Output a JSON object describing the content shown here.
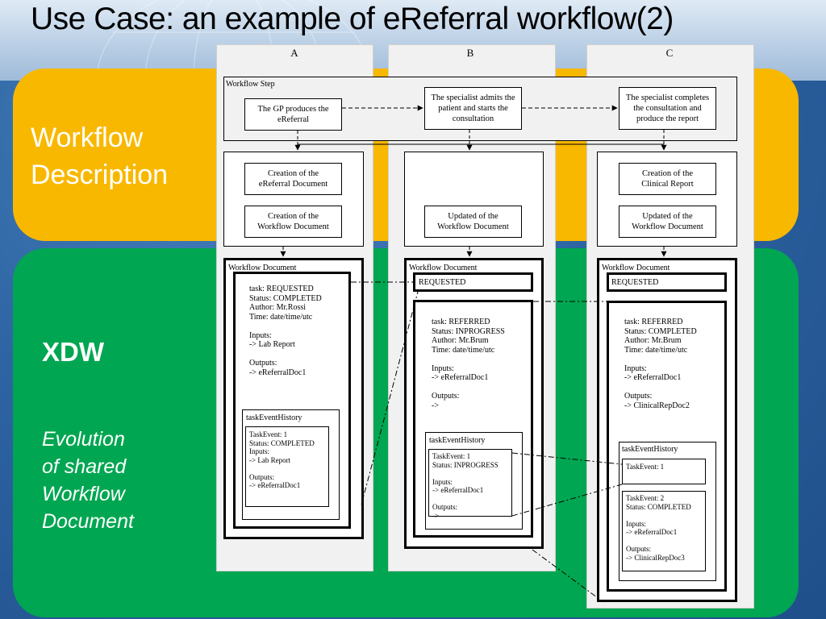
{
  "slide": {
    "title": "Use Case: an example of eReferral workflow(2)",
    "workflow_description_line1": "Workflow",
    "workflow_description_line2": "Description",
    "xdw_label": "XDW",
    "evolution_lines": [
      "Evolution",
      "of shared",
      "Workflow",
      "Document"
    ],
    "colors": {
      "yellow_band": "#f9b800",
      "green_band": "#00a651",
      "background": "#2d64a3"
    }
  },
  "diagram": {
    "columns": [
      "A",
      "B",
      "C"
    ],
    "workflow_step_label": "Workflow Step",
    "steps": [
      "The GP produces the\neReferral",
      "The specialist admits the\npatient and starts the\nconsultation",
      "The specialist completes\nthe consultation and\nproduce the report"
    ],
    "col_a_docs": [
      "Creation of the\neReferral Document",
      "Creation of the\nWorkflow Document"
    ],
    "col_b_docs": [
      "Updated of the\nWorkflow Document"
    ],
    "col_c_docs": [
      "Creation of the\nClinical Report",
      "Updated of the\nWorkflow Document"
    ],
    "workflow_document_label": "Workflow Document",
    "task_event_history_label": "taskEventHistory",
    "col_a_task": "task: REQUESTED\nStatus: COMPLETED\nAuthor: Mr.Rossi\nTime: date/time/utc\n\nInputs:\n-> Lab Report\n\nOutputs:\n-> eReferralDoc1",
    "col_a_event": "TaskEvent: 1\nStatus: COMPLETED\nInputs:\n-> Lab Report\n\nOutputs:\n-> eReferralDoc1",
    "requested_label": "REQUESTED",
    "col_b_task": "task: REFERRED\nStatus: INPROGRESS\nAuthor: Mr.Brum\nTime: date/time/utc\n\nInputs:\n-> eReferralDoc1\n\nOutputs:\n->",
    "col_b_event": "TaskEvent: 1\nStatus: INPROGRESS\n\nInputs:\n-> eReferralDoc1\n\nOutputs:\n->",
    "col_c_task": "task: REFERRED\nStatus: COMPLETED\nAuthor: Mr.Brum\nTime: date/time/utc\n\nInputs:\n-> eReferralDoc1\n\nOutputs:\n-> ClinicalRepDoc2",
    "col_c_event1": "TaskEvent: 1",
    "col_c_event2": "TaskEvent: 2\nStatus: COMPLETED\n\nInputs:\n-> eReferralDoc1\n\nOutputs:\n-> ClinicalRepDoc3"
  }
}
